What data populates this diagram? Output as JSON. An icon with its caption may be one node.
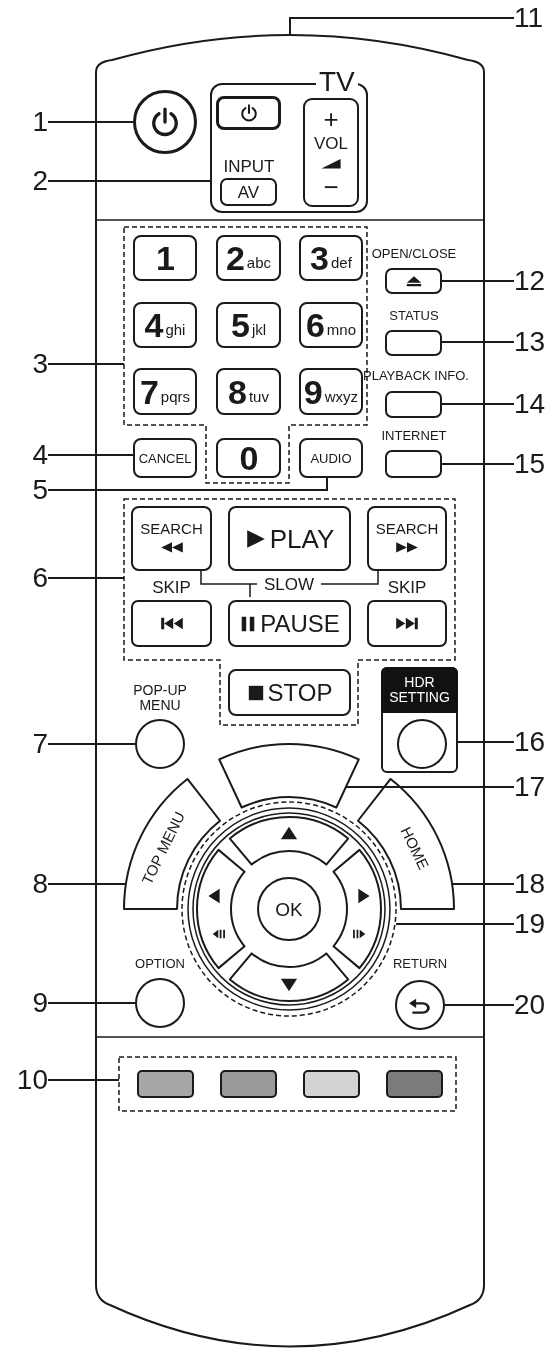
{
  "diagram": {
    "nodes": [
      {
        "text": [],
        "shape": "box"
      },
      {
        "text": [
          "1"
        ]
      },
      {
        "text": [
          "2"
        ]
      },
      {
        "text": [
          "3"
        ]
      },
      {
        "text": [
          "4"
        ]
      },
      {
        "text": [
          "5"
        ]
      },
      {
        "text": [
          "6"
        ]
      },
      {
        "text": [
          "7"
        ]
      },
      {
        "text": [
          "8"
        ]
      },
      {
        "text": [
          "9"
        ]
      },
      {
        "text": [
          "10"
        ]
      },
      {
        "text": [
          "11"
        ]
      },
      {
        "text": [
          "12"
        ]
      },
      {
        "text": [
          "13"
        ]
      },
      {
        "text": [
          "14"
        ]
      },
      {
        "text": [
          "15"
        ]
      },
      {
        "text": [
          "16"
        ]
      },
      {
        "text": [
          "17"
        ]
      },
      {
        "text": [
          "18"
        ]
      },
      {
        "text": [
          "19"
        ]
      },
      {
        "text": [
          "20"
        ]
      },
      {
        "text": [],
        "shape": "circle",
        "in": 0
      },
      {
        "text": [
          "TV"
        ],
        "in": 0
      },
      {
        "text": [],
        "shape": "box",
        "in": 22
      },
      {
        "text": [
          "INPUT",
          "AV"
        ],
        "in": 22
      },
      {
        "text": [
          "+",
          "VOL",
          "−"
        ],
        "in": 22
      },
      {
        "text": [],
        "shape": "box",
        "in": 0
      },
      {
        "text": [
          "1"
        ],
        "in": 26
      },
      {
        "text": [
          "2",
          "abc"
        ],
        "in": 26
      },
      {
        "text": [
          "3",
          "def"
        ],
        "in": 26
      },
      {
        "text": [
          "4",
          "ghi"
        ],
        "in": 26
      },
      {
        "text": [
          "5",
          "jkl"
        ],
        "in": 26
      },
      {
        "text": [
          "6",
          "mno"
        ],
        "in": 26
      },
      {
        "text": [
          "7",
          "pqrs"
        ],
        "in": 26
      },
      {
        "text": [
          "8",
          "tuv"
        ],
        "in": 26
      },
      {
        "text": [
          "9",
          "wxyz"
        ],
        "in": 26
      },
      {
        "text": [
          "0"
        ],
        "in": 26
      },
      {
        "text": [
          "CANCEL"
        ],
        "in": 0
      },
      {
        "text": [
          "AUDIO"
        ],
        "in": 0
      },
      {
        "text": [
          "OPEN/CLOSE"
        ],
        "in": 0
      },
      {
        "text": [
          "STATUS"
        ],
        "in": 0
      },
      {
        "text": [
          "PLAYBACK INFO."
        ],
        "in": 0
      },
      {
        "text": [
          "INTERNET"
        ],
        "in": 0
      },
      {
        "text": [],
        "shape": "box",
        "in": 0
      },
      {
        "text": [
          "SEARCH"
        ],
        "in": 43
      },
      {
        "text": [
          "PLAY"
        ],
        "in": 43
      },
      {
        "text": [
          "SEARCH"
        ],
        "in": 43
      },
      {
        "text": [
          "SKIP"
        ],
        "in": 43
      },
      {
        "text": [
          "PAUSE"
        ],
        "in": 43
      },
      {
        "text": [
          "SKIP"
        ],
        "in": 43
      },
      {
        "text": [
          "STOP"
        ],
        "in": 43
      },
      {
        "text": [
          "POP-UP MENU"
        ],
        "in": 0
      },
      {
        "text": [
          "HDR SETTING"
        ],
        "in": 0
      },
      {
        "text": [],
        "shape": "circle",
        "in": 52
      },
      {
        "text": [],
        "shape": "box",
        "in": 0
      },
      {
        "text": [
          "TOP MENU"
        ],
        "in": 0
      },
      {
        "text": [
          "HOME"
        ],
        "in": 0
      },
      {
        "text": [],
        "shape": "circle",
        "in": 0
      },
      {
        "text": [],
        "shape": "box",
        "in": 57
      },
      {
        "text": [],
        "shape": "box",
        "in": 57
      },
      {
        "text": [
          "OK"
        ],
        "in": 57
      },
      {
        "text": [],
        "shape": "box",
        "in": 57
      },
      {
        "text": [],
        "shape": "box",
        "in": 57
      },
      {
        "text": [
          "OPTION"
        ],
        "in": 0
      },
      {
        "text": [
          "RETURN"
        ],
        "in": 0
      },
      {
        "text": [],
        "shape": "box",
        "in": 0
      },
      {
        "text": [],
        "shape": "box",
        "in": 65
      },
      {
        "text": [],
        "shape": "box",
        "in": 65
      },
      {
        "text": [],
        "shape": "box",
        "in": 65
      },
      {
        "text": [],
        "shape": "box",
        "in": 65
      }
    ],
    "edges": [
      {
        "from": 1,
        "to": 21,
        "arrow": "none"
      },
      {
        "from": 2,
        "to": 22,
        "arrow": "none"
      },
      {
        "from": 3,
        "to": 26,
        "arrow": "none"
      },
      {
        "from": 4,
        "to": 37,
        "arrow": "none"
      },
      {
        "from": 5,
        "to": 38,
        "arrow": "none"
      },
      {
        "from": 6,
        "to": 43,
        "arrow": "none"
      },
      {
        "from": 7,
        "to": 51,
        "arrow": "none"
      },
      {
        "from": 8,
        "to": 55,
        "arrow": "none"
      },
      {
        "from": 9,
        "to": 63,
        "arrow": "none"
      },
      {
        "from": 10,
        "to": 65,
        "arrow": "none"
      },
      {
        "from": 11,
        "to": 0,
        "arrow": "none"
      },
      {
        "from": 12,
        "to": 39,
        "arrow": "none"
      },
      {
        "from": 13,
        "to": 40,
        "arrow": "none"
      },
      {
        "from": 14,
        "to": 41,
        "arrow": "none"
      },
      {
        "from": 15,
        "to": 42,
        "arrow": "none"
      },
      {
        "from": 16,
        "to": 53,
        "arrow": "none"
      },
      {
        "from": 17,
        "to": 54,
        "arrow": "none"
      },
      {
        "from": 18,
        "to": 56,
        "arrow": "none"
      },
      {
        "from": 19,
        "to": 57,
        "arrow": "none"
      },
      {
        "from": 20,
        "to": 64,
        "arrow": "none"
      }
    ],
    "labels": [
      "SLOW"
    ]
  }
}
